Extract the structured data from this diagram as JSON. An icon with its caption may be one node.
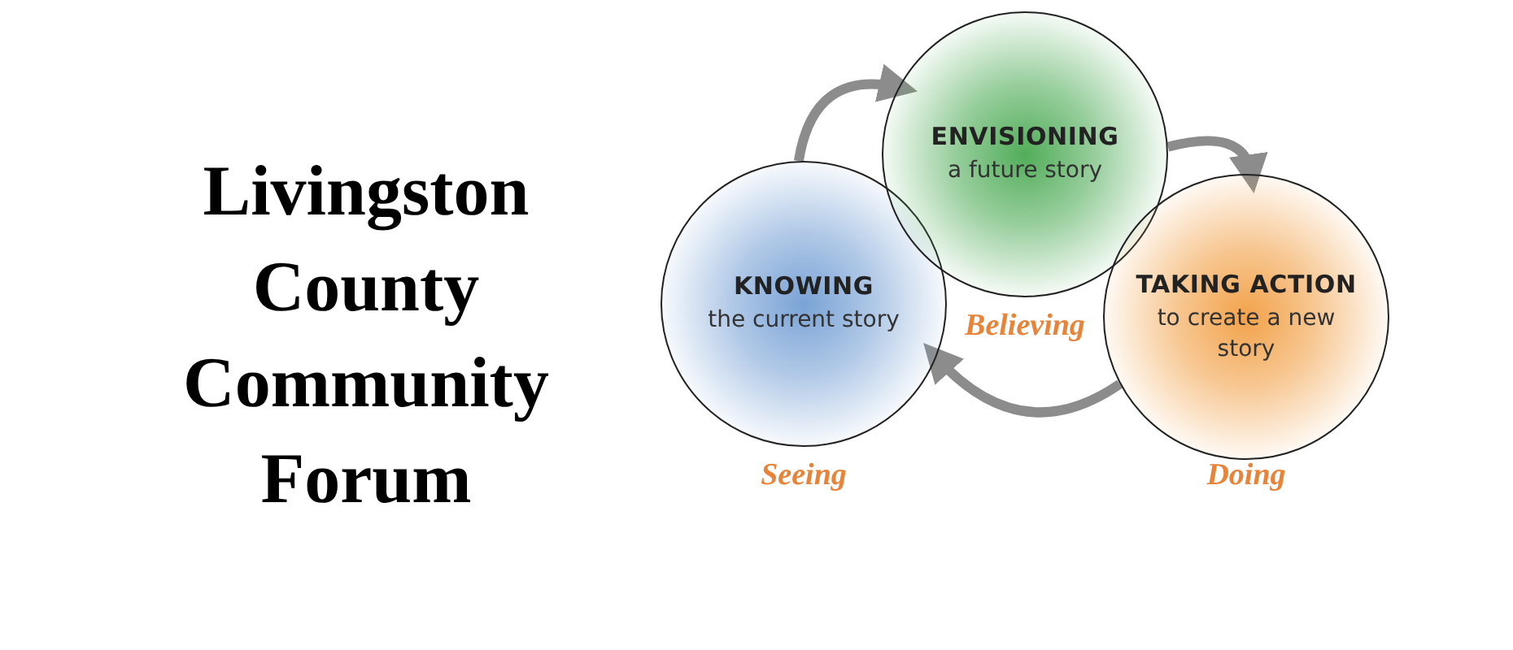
{
  "diagram": {
    "title": "Livingston County Community Forum",
    "nodes": [
      {
        "text": [
          "KNOWING",
          "the current story"
        ],
        "beside": [
          "Seeing"
        ]
      },
      {
        "text": [
          "ENVISIONING",
          "a future story"
        ],
        "beside": [
          "Believing"
        ]
      },
      {
        "text": [
          "TAKING ACTION",
          "to create a new story"
        ],
        "beside": [
          "Doing"
        ]
      }
    ],
    "edges": [
      {
        "from": 0,
        "to": 1,
        "arrow": "to"
      },
      {
        "from": 1,
        "to": 2,
        "arrow": "to"
      },
      {
        "from": 2,
        "to": 0,
        "arrow": "to"
      }
    ]
  }
}
